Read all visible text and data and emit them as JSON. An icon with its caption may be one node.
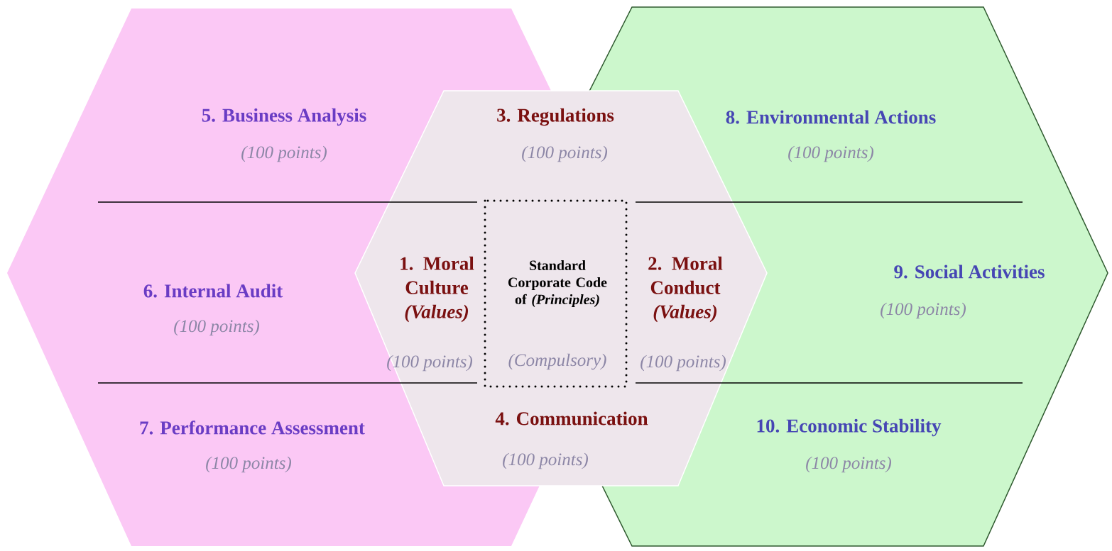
{
  "diagram": {
    "nodes": [
      {
        "text": [
          "5. Business Analysis",
          "(100 points)",
          "6. Internal Audit",
          "(100 points)",
          "7. Performance Assessment",
          "(100 points)"
        ]
      },
      {
        "text": [
          "8. Environmental Actions",
          "(100 points)",
          "9. Social Activities",
          "(100 points)",
          "10. Economic Stability",
          "(100 points)"
        ]
      },
      {
        "text": [
          "3. Regulations",
          "(100 points)",
          "1. Moral Culture *(Values)*",
          "(100 points)",
          "2. Moral Conduct *(Values)*",
          "(100 points)",
          "4. Communication",
          "(100 points)"
        ]
      },
      {
        "text": [
          "Standard Corporate Code of *(Principles)*",
          "(Compulsory)"
        ]
      }
    ]
  }
}
